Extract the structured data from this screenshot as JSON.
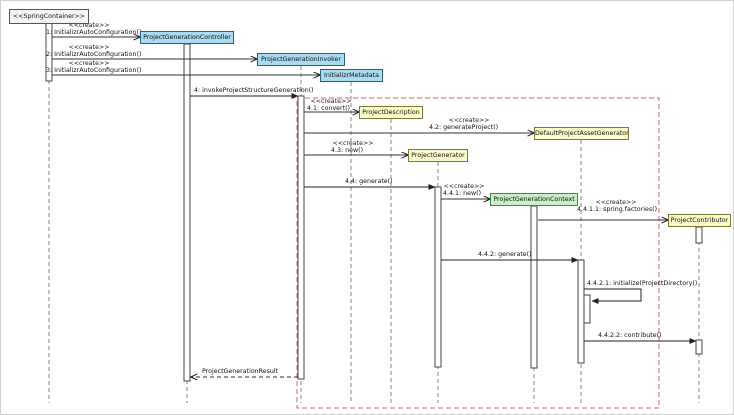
{
  "diagram": {
    "participants": {
      "spring_container": "<<SpringContainer>>",
      "controller": "ProjectGenerationController",
      "invoker": "ProjectGenerationInvoker",
      "metadata": "InitializrMetadata",
      "description": "ProjectDescription",
      "asset_generator": "DefaultProjectAssetGenerator",
      "generator": "ProjectGenerator",
      "context": "ProjectGenerationContext",
      "contributor": "ProjectContributor"
    },
    "stereotype_create": "<<create>>",
    "messages": {
      "m1": "1: InitializrAutoConfiguration()",
      "m2": "2: InitializrAutoConfiguration()",
      "m3": "3: InitializrAutoConfiguration()",
      "m4": "4: invokeProjectStructureGeneration()",
      "m4_1": "4.1: convert()",
      "m4_2": "4.2: generateProject()",
      "m4_3": "4.3: new()",
      "m4_4": "4.4: generate()",
      "m4_4_1": "4.4.1: new()",
      "m4_4_1_1": "4.4.1.1: spring.factories()",
      "m4_4_2": "4.4.2: generate()",
      "m4_4_2_1": "4.4.2.1: initialize(ProjectDirectory()",
      "m4_4_2_2": "4.4.2.2: contribute()",
      "return": "ProjectGenerationResult"
    },
    "colors": {
      "participant_blue_fill": "#A9DCF2",
      "participant_blue_border": "#27627F",
      "participant_yellow_fill": "#FCFBCB",
      "participant_yellow_border": "#7A7A30",
      "participant_green_fill": "#C8EFC6",
      "participant_green_border": "#3C8A3C",
      "fragment_frame": "#E06070",
      "lifeline": "#8A8A8A"
    }
  }
}
